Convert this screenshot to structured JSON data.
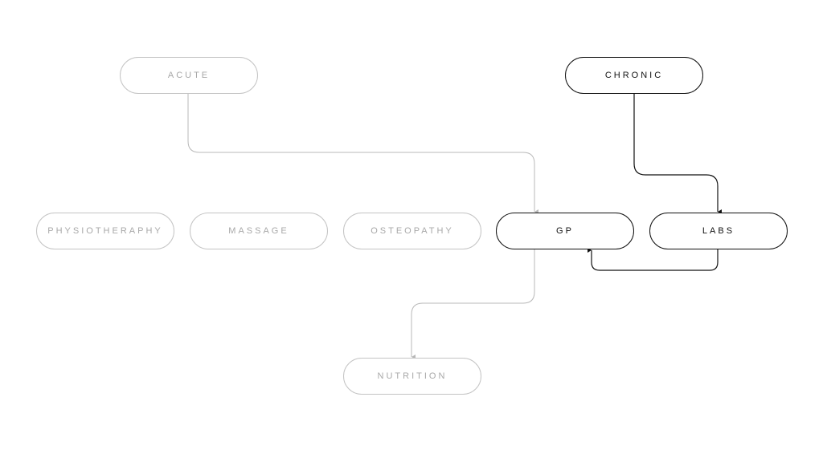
{
  "nodes": {
    "acute": {
      "label": "ACUTE",
      "active": false
    },
    "chronic": {
      "label": "CHRONIC",
      "active": true
    },
    "physiotherapy": {
      "label": "PHYSIOTHERAPHY",
      "active": false
    },
    "massage": {
      "label": "MASSAGE",
      "active": false
    },
    "osteopathy": {
      "label": "OSTEOPATHY",
      "active": false
    },
    "gp": {
      "label": "GP",
      "active": true
    },
    "labs": {
      "label": "LABS",
      "active": true
    },
    "nutrition": {
      "label": "NUTRITION",
      "active": false
    }
  },
  "edges": [
    {
      "from": "acute",
      "to": "gp",
      "active": false
    },
    {
      "from": "chronic",
      "to": "labs",
      "active": true
    },
    {
      "from": "labs",
      "to": "gp",
      "active": true
    },
    {
      "from": "gp",
      "to": "nutrition",
      "active": false
    }
  ],
  "colors": {
    "active": "#111111",
    "inactive": "#c4c4c4"
  }
}
